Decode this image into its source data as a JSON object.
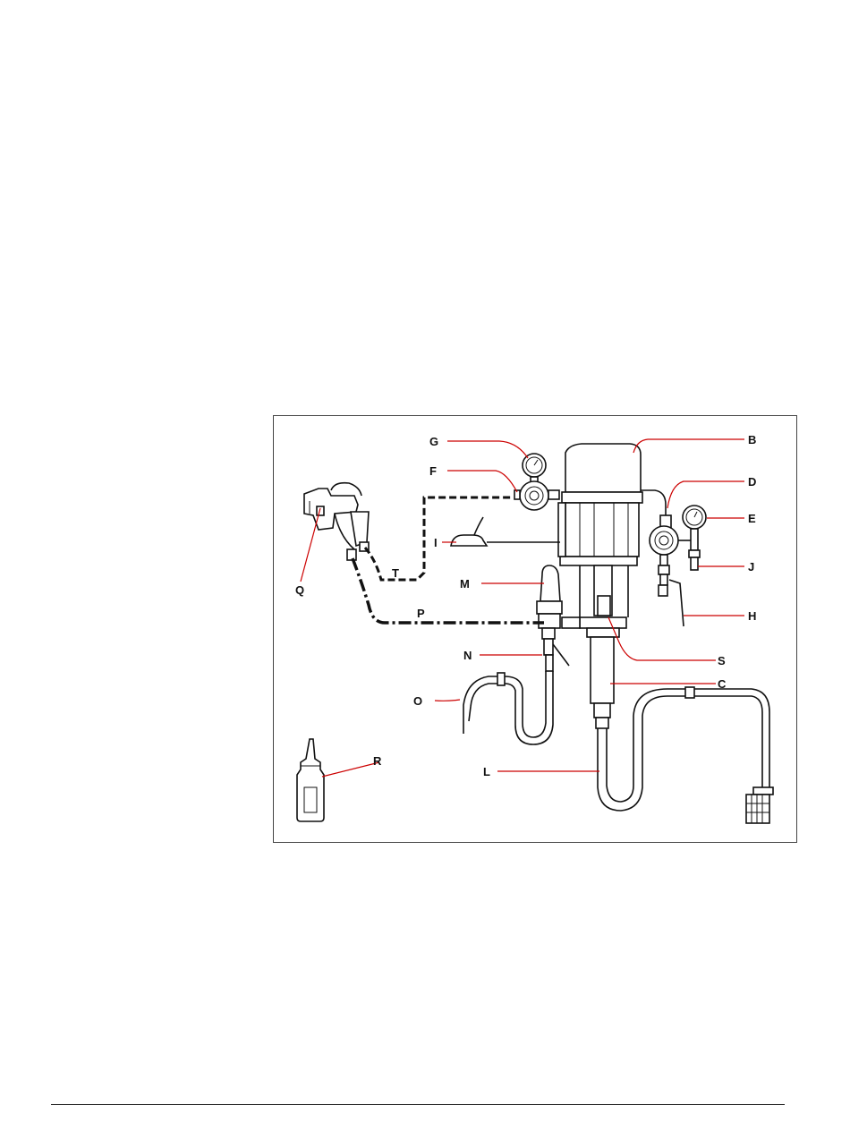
{
  "diagram": {
    "labels": {
      "B": "B",
      "C": "C",
      "D": "D",
      "E": "E",
      "F": "F",
      "G": "G",
      "H": "H",
      "I": "I",
      "J": "J",
      "L": "L",
      "M": "M",
      "N": "N",
      "O": "O",
      "P": "P",
      "Q": "Q",
      "R": "R",
      "S": "S",
      "T": "T"
    },
    "colors": {
      "leader": "#cc0000",
      "ink": "#111111"
    }
  }
}
